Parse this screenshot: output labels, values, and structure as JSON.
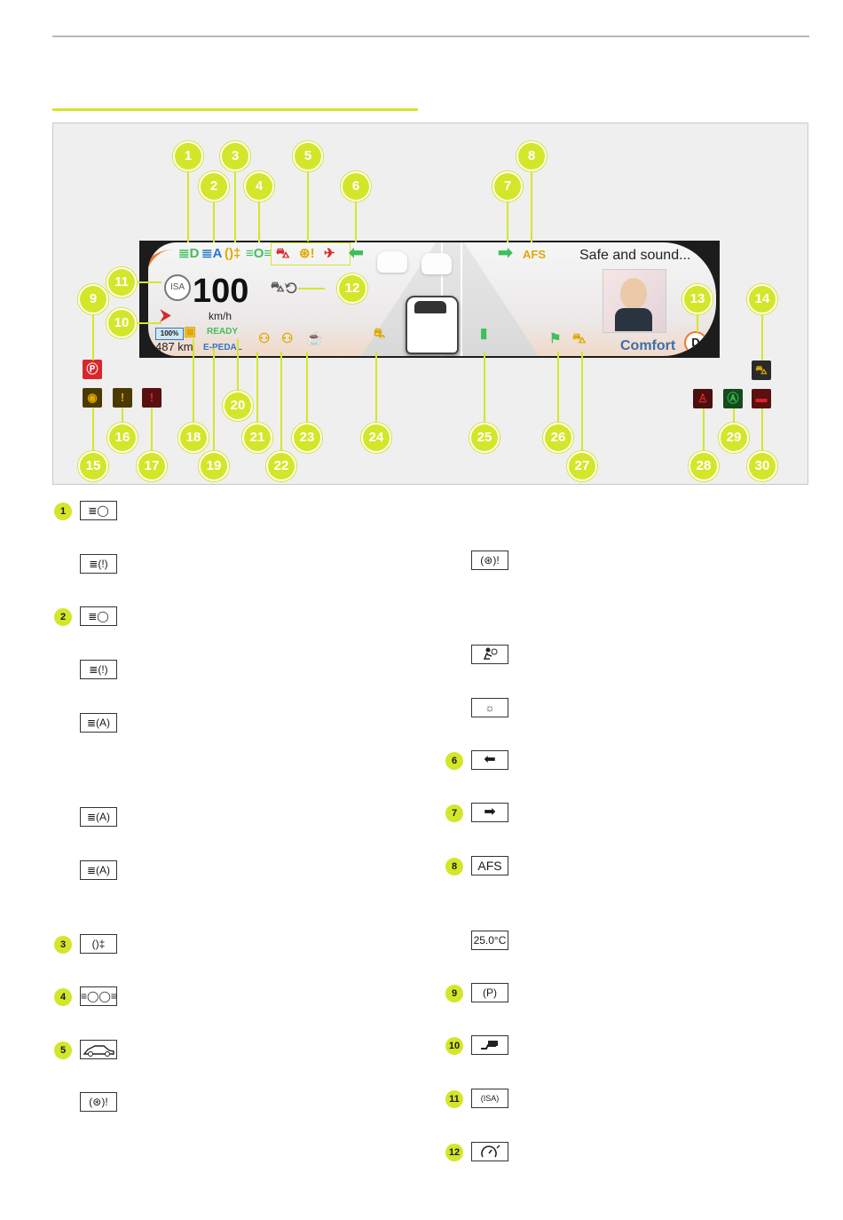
{
  "cluster": {
    "speed": "100",
    "speed_unit": "km/h",
    "greeting": "Safe and sound...",
    "drive_mode": "Comfort",
    "gear": "D",
    "ready": "READY",
    "epedal": "E-PEDAL",
    "range": "487 km",
    "battery": "100%",
    "isa": "ISA",
    "afs": "AFS"
  },
  "callouts": [
    "1",
    "2",
    "3",
    "4",
    "5",
    "6",
    "7",
    "8",
    "9",
    "10",
    "11",
    "12",
    "13",
    "14",
    "15",
    "16",
    "17",
    "18",
    "19",
    "20",
    "21",
    "22",
    "23",
    "24",
    "25",
    "26",
    "27",
    "28",
    "29",
    "30"
  ],
  "icons": {
    "high_beam": "headlight-icon",
    "auto_high_beam": "auto-headlight-icon",
    "rear_fog": "rear-fog-icon",
    "position_light": "position-light-icon",
    "vehicle_fault": "car-fault-icon",
    "steering_fault": "steering-wheel-icon",
    "airbag": "airbag-icon",
    "left_turn": "arrow-left-icon",
    "right_turn": "arrow-right-icon",
    "parking_brake": "parking-brake-icon",
    "charging_plug": "charging-plug-icon"
  },
  "legend": {
    "left": [
      {
        "num": "1",
        "icon": "≣◯"
      },
      {
        "num": "",
        "icon": "≣(!)"
      },
      {
        "num": "2",
        "icon": "≣◯"
      },
      {
        "num": "",
        "icon": "≣(!)"
      },
      {
        "num": "",
        "icon": "≣(A)"
      },
      {
        "num": "",
        "icon": "≣(A)"
      },
      {
        "num": "",
        "icon": "≣(A)"
      },
      {
        "num": "3",
        "icon": "()‡"
      },
      {
        "num": "4",
        "icon": "≡◯◯≡"
      },
      {
        "num": "5",
        "icon": "car"
      },
      {
        "num": "",
        "icon": "(⊛)!"
      }
    ],
    "right": [
      {
        "num": "",
        "icon": "(⊛)!"
      },
      {
        "num": "",
        "icon": "airbag"
      },
      {
        "num": "",
        "icon": "☼"
      },
      {
        "num": "6",
        "icon": "⬅"
      },
      {
        "num": "7",
        "icon": "➡"
      },
      {
        "num": "8",
        "icon": "AFS"
      },
      {
        "num": "",
        "icon": "25.0°C"
      },
      {
        "num": "9",
        "icon": "(P)"
      },
      {
        "num": "10",
        "icon": "plug"
      },
      {
        "num": "11",
        "icon": "(ISA)"
      },
      {
        "num": "12",
        "icon": "gauge"
      }
    ]
  },
  "colors": {
    "accent": "#d4e62a",
    "amber": "#e0a800",
    "red": "#d8262a",
    "green": "#3fbf5a",
    "blue": "#2d78c8",
    "orange": "#f07a2a"
  }
}
